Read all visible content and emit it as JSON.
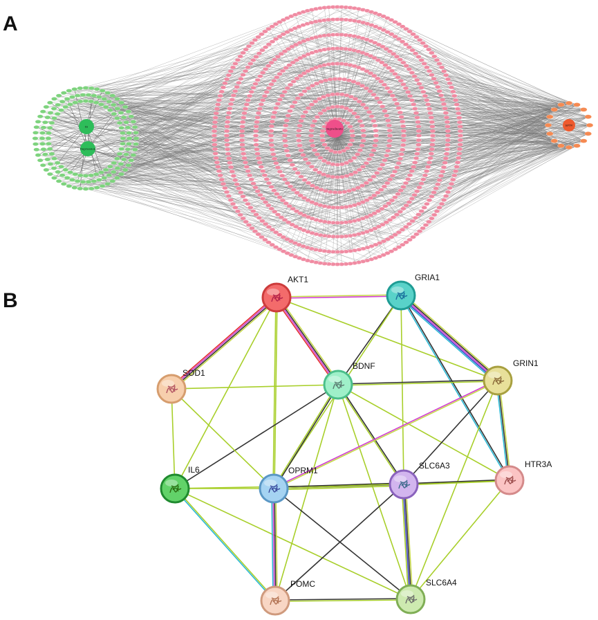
{
  "panels": [
    {
      "id": "A",
      "label": "A"
    },
    {
      "id": "B",
      "label": "B"
    }
  ],
  "network_a": {
    "groups": [
      {
        "id": "left",
        "color": "#7ed37e",
        "hub_color": "#2ebd5a",
        "hubs": [
          "IS",
          "Depression"
        ]
      },
      {
        "id": "center",
        "color": "#f08ba2",
        "hub_color": "#ef4f8a",
        "hubs": [
          "Ingredients"
        ]
      },
      {
        "id": "right",
        "color": "#f58a52",
        "hub_color": "#ee5a2e",
        "hubs": [
          "SFTV"
        ]
      }
    ],
    "edge_color": "#777777"
  },
  "network_b": {
    "nodes": [
      {
        "id": "AKT1",
        "label": "AKT1",
        "color": "#f36b6b",
        "ring": "#cc3c3c",
        "stroke_mark": "#b0204a"
      },
      {
        "id": "GRIA1",
        "label": "GRIA1",
        "color": "#59d2c9",
        "ring": "#1f9c94",
        "stroke_mark": "#1b6d9c"
      },
      {
        "id": "SOD1",
        "label": "SOD1",
        "color": "#f7cfad",
        "ring": "#d69d6e",
        "stroke_mark": "#b05060"
      },
      {
        "id": "BDNF",
        "label": "BDNF",
        "color": "#9ff0c9",
        "ring": "#4bbf8b",
        "stroke_mark": "#5a7a70"
      },
      {
        "id": "GRIN1",
        "label": "GRIN1",
        "color": "#e8e09a",
        "ring": "#a8a040",
        "stroke_mark": "#8a6a3a"
      },
      {
        "id": "IL6",
        "label": "IL6",
        "color": "#62d269",
        "ring": "#1f8a2f",
        "stroke_mark": "#2a6a10"
      },
      {
        "id": "OPRM1",
        "label": "OPRM1",
        "color": "#a5d3f2",
        "ring": "#5a97c5",
        "stroke_mark": "#3a4a9c"
      },
      {
        "id": "SLC6A3",
        "label": "SLC6A3",
        "color": "#d2b5ee",
        "ring": "#8a62bd",
        "stroke_mark": "#3a6a8a"
      },
      {
        "id": "HTR3A",
        "label": "HTR3A",
        "color": "#fbc4c4",
        "ring": "#d48a8a",
        "stroke_mark": "#9a4a4a"
      },
      {
        "id": "POMC",
        "label": "POMC",
        "color": "#f8d6c4",
        "ring": "#cf9a7d",
        "stroke_mark": "#b07050"
      },
      {
        "id": "SLC6A4",
        "label": "SLC6A4",
        "color": "#cdeab0",
        "ring": "#7fae55",
        "stroke_mark": "#6a6a6a"
      }
    ],
    "edges": [
      {
        "source": "AKT1",
        "target": "GRIA1",
        "colors": [
          "#c6d84a",
          "#d03cd0"
        ]
      },
      {
        "source": "AKT1",
        "target": "SOD1",
        "colors": [
          "#c6d84a",
          "#333333",
          "#d03cd0",
          "#e22d2d"
        ]
      },
      {
        "source": "AKT1",
        "target": "BDNF",
        "colors": [
          "#c6d84a",
          "#333333",
          "#d03cd0",
          "#e22d2d"
        ]
      },
      {
        "source": "AKT1",
        "target": "IL6",
        "colors": [
          "#a8cf2a"
        ]
      },
      {
        "source": "AKT1",
        "target": "OPRM1",
        "colors": [
          "#a8cf2a",
          "#a8cf2a"
        ]
      },
      {
        "source": "AKT1",
        "target": "GRIN1",
        "colors": [
          "#a8cf2a"
        ]
      },
      {
        "source": "GRIA1",
        "target": "BDNF",
        "colors": [
          "#333333"
        ]
      },
      {
        "source": "GRIA1",
        "target": "GRIN1",
        "colors": [
          "#c6d84a",
          "#333333",
          "#d03cd0",
          "#3a40c8",
          "#2bb8d4"
        ]
      },
      {
        "source": "GRIA1",
        "target": "SLC6A3",
        "colors": [
          "#a8cf2a"
        ]
      },
      {
        "source": "GRIA1",
        "target": "HTR3A",
        "colors": [
          "#333333",
          "#2bb8d4"
        ]
      },
      {
        "source": "GRIA1",
        "target": "OPRM1",
        "colors": [
          "#a8cf2a"
        ]
      },
      {
        "source": "SOD1",
        "target": "BDNF",
        "colors": [
          "#a8cf2a"
        ]
      },
      {
        "source": "SOD1",
        "target": "IL6",
        "colors": [
          "#a8cf2a"
        ]
      },
      {
        "source": "BDNF",
        "target": "GRIN1",
        "colors": [
          "#333333",
          "#a8cf2a"
        ]
      },
      {
        "source": "BDNF",
        "target": "IL6",
        "colors": [
          "#333333"
        ]
      },
      {
        "source": "BDNF",
        "target": "OPRM1",
        "colors": [
          "#333333",
          "#a8cf2a"
        ]
      },
      {
        "source": "BDNF",
        "target": "SLC6A3",
        "colors": [
          "#333333",
          "#a8cf2a"
        ]
      },
      {
        "source": "BDNF",
        "target": "HTR3A",
        "colors": [
          "#a8cf2a"
        ]
      },
      {
        "source": "BDNF",
        "target": "POMC",
        "colors": [
          "#a8cf2a"
        ]
      },
      {
        "source": "BDNF",
        "target": "SLC6A4",
        "colors": [
          "#a8cf2a"
        ]
      },
      {
        "source": "GRIN1",
        "target": "OPRM1",
        "colors": [
          "#c6d84a",
          "#d03cd0"
        ]
      },
      {
        "source": "GRIN1",
        "target": "SLC6A3",
        "colors": [
          "#333333"
        ]
      },
      {
        "source": "GRIN1",
        "target": "HTR3A",
        "colors": [
          "#c6d84a",
          "#333333",
          "#2bb8d4"
        ]
      },
      {
        "source": "GRIN1",
        "target": "SLC6A4",
        "colors": [
          "#a8cf2a"
        ]
      },
      {
        "source": "IL6",
        "target": "OPRM1",
        "colors": [
          "#a8cf2a"
        ]
      },
      {
        "source": "IL6",
        "target": "SLC6A3",
        "colors": [
          "#a8cf2a"
        ]
      },
      {
        "source": "IL6",
        "target": "POMC",
        "colors": [
          "#a8cf2a",
          "#2bb8d4"
        ]
      },
      {
        "source": "IL6",
        "target": "SLC6A4",
        "colors": [
          "#a8cf2a"
        ]
      },
      {
        "source": "OPRM1",
        "target": "SLC6A3",
        "colors": [
          "#333333",
          "#333333",
          "#a8cf2a"
        ]
      },
      {
        "source": "OPRM1",
        "target": "POMC",
        "colors": [
          "#c6d84a",
          "#333333",
          "#d03cd0",
          "#2bb8d4"
        ]
      },
      {
        "source": "OPRM1",
        "target": "SLC6A4",
        "colors": [
          "#333333"
        ]
      },
      {
        "source": "OPRM1",
        "target": "HTR3A",
        "colors": [
          "#a8cf2a"
        ]
      },
      {
        "source": "SLC6A3",
        "target": "HTR3A",
        "colors": [
          "#333333",
          "#a8cf2a"
        ]
      },
      {
        "source": "SLC6A3",
        "target": "SLC6A4",
        "colors": [
          "#c6d84a",
          "#333333",
          "#3a40c8",
          "#a8cf2a"
        ]
      },
      {
        "source": "SLC6A3",
        "target": "POMC",
        "colors": [
          "#333333"
        ]
      },
      {
        "source": "HTR3A",
        "target": "SLC6A4",
        "colors": [
          "#a8cf2a"
        ]
      },
      {
        "source": "POMC",
        "target": "SLC6A4",
        "colors": [
          "#333333",
          "#a8cf2a"
        ]
      },
      {
        "source": "SOD1",
        "target": "OPRM1",
        "colors": [
          "#a8cf2a"
        ]
      }
    ]
  }
}
